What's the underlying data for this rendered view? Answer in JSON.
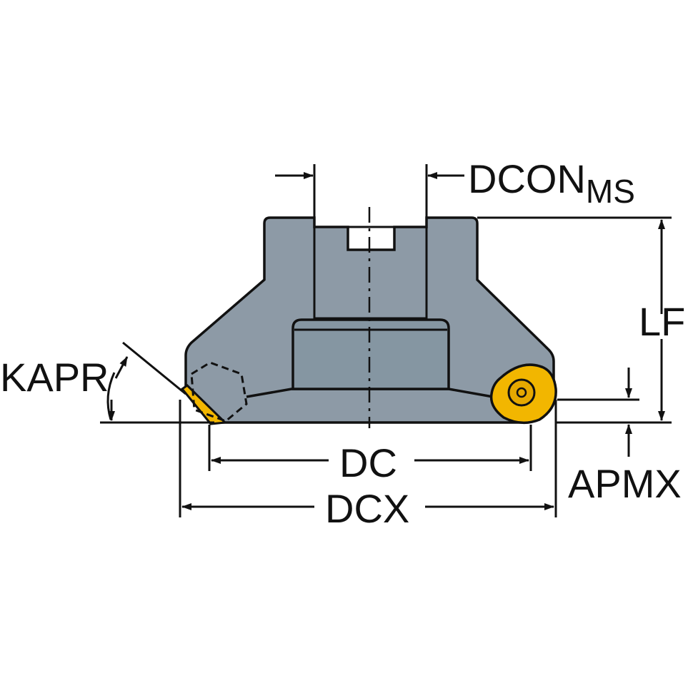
{
  "labels": {
    "dcon": "DCON",
    "dcon_sub": "MS",
    "lf": "LF",
    "kapr": "KAPR",
    "dc": "DC",
    "dcx": "DCX",
    "apmx": "APMX"
  },
  "colors": {
    "body": "#8d9aa6",
    "body_shade": "#7f8c98",
    "insert": "#f2b600",
    "insert_dark": "#d49a00",
    "line": "#111111",
    "background": "#ffffff"
  },
  "icons": {
    "screw": "torx-screw-icon"
  }
}
